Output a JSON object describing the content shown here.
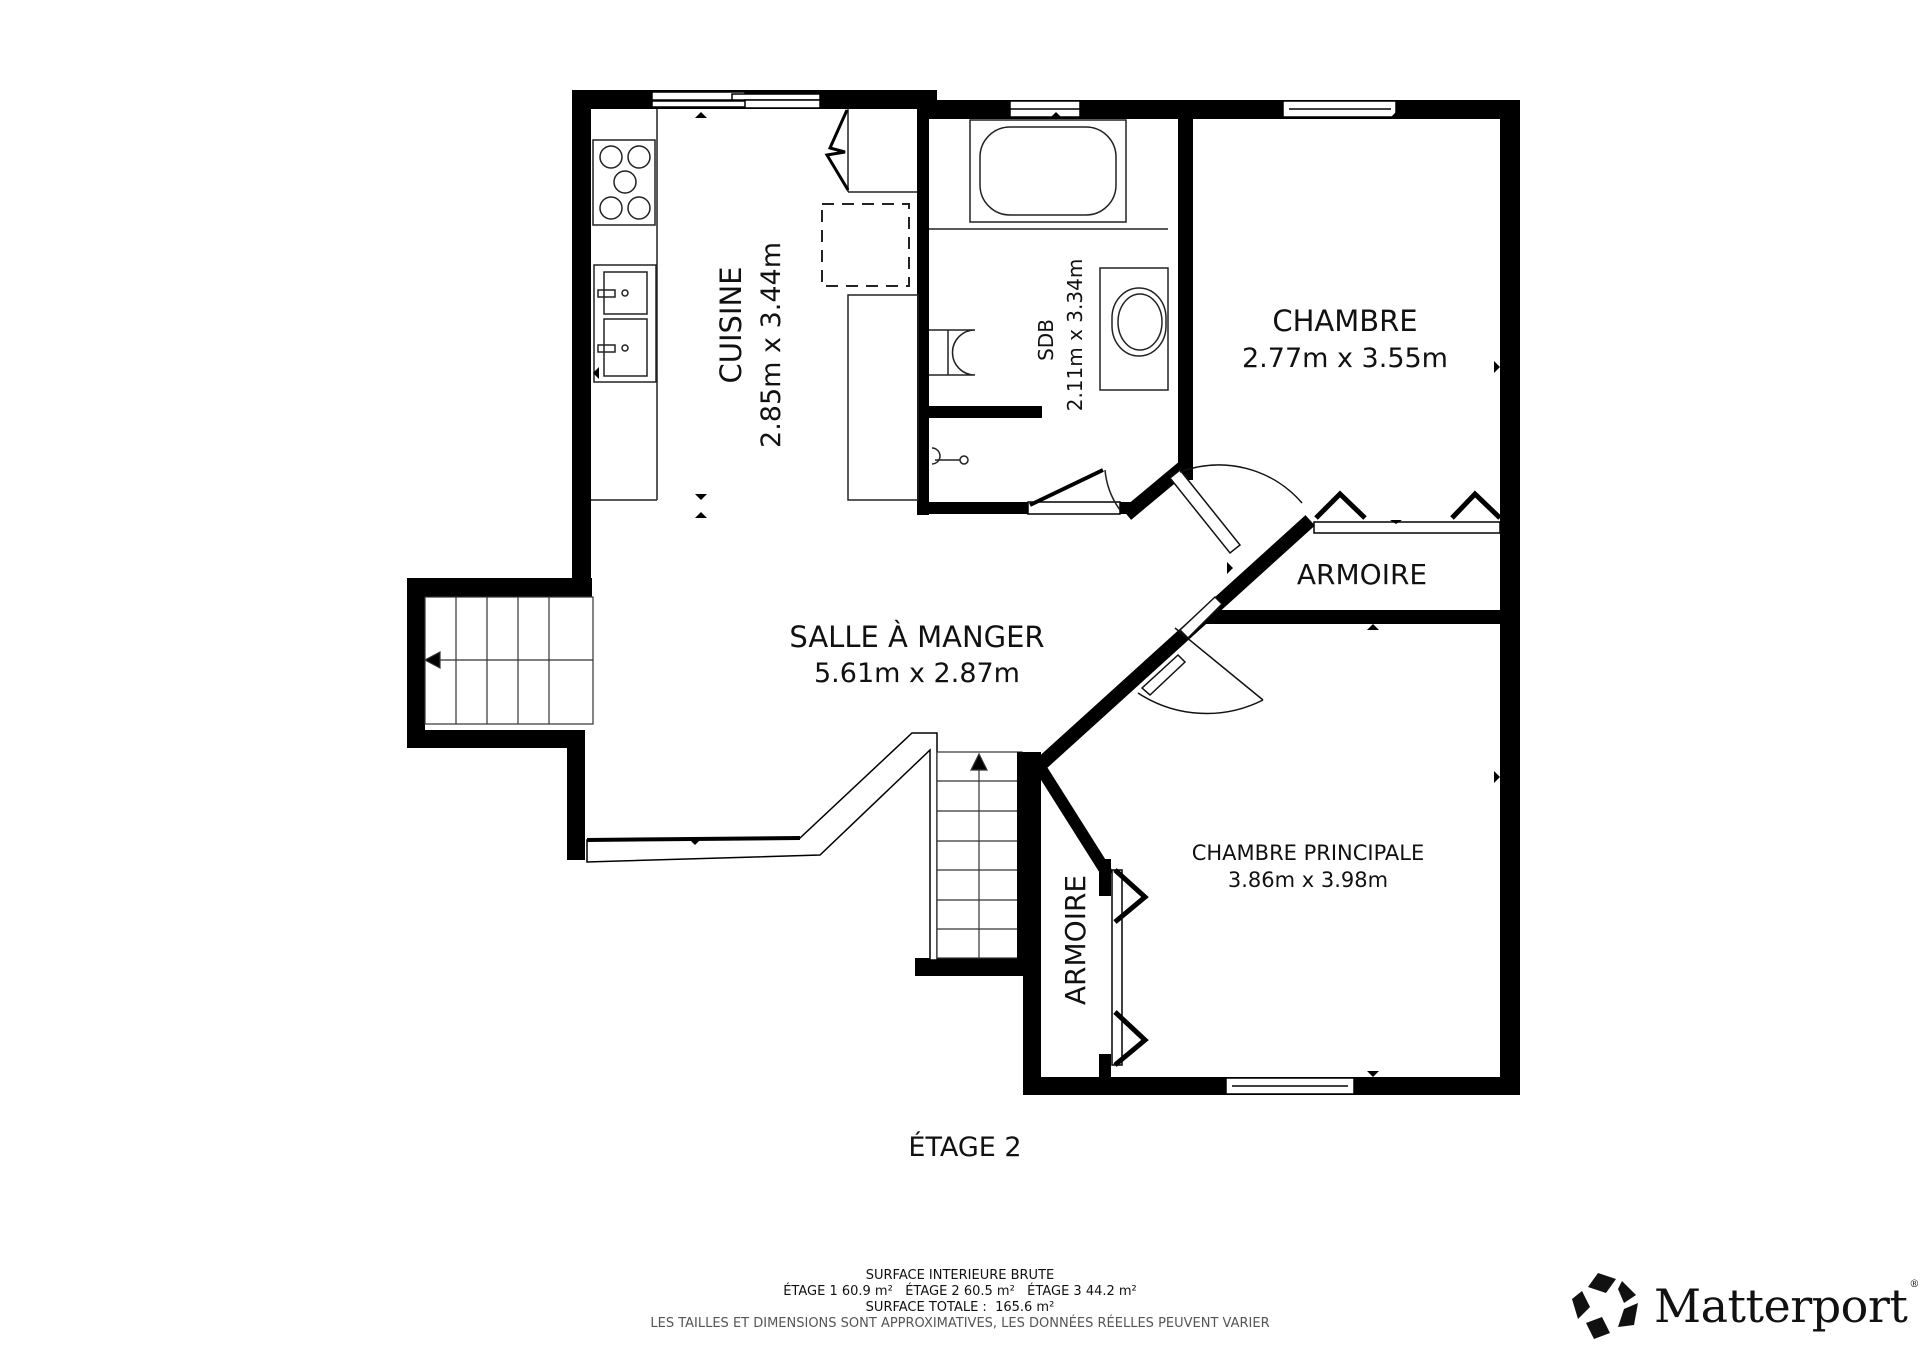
{
  "floor_title": "ÉTAGE 2",
  "rooms": [
    {
      "name": "CUISINE",
      "dims": "2.85m x 3.44m",
      "orientation": "vertical"
    },
    {
      "name": "SDB",
      "dims": "2.11m x 3.34m",
      "orientation": "vertical"
    },
    {
      "name": "CHAMBRE",
      "dims": "2.77m x 3.55m",
      "orientation": "horizontal"
    },
    {
      "name": "ARMOIRE",
      "dims": "",
      "orientation": "horizontal"
    },
    {
      "name": "SALLE À MANGER",
      "dims": "5.61m x 2.87m",
      "orientation": "horizontal"
    },
    {
      "name": "CHAMBRE PRINCIPALE",
      "dims": "3.86m x 3.98m",
      "orientation": "horizontal"
    },
    {
      "name": "ARMOIRE",
      "dims": "",
      "orientation": "vertical"
    }
  ],
  "footer": {
    "heading": "SURFACE INTERIEURE BRUTE",
    "floors_line": "ÉTAGE 1 60.9 m²   ÉTAGE 2 60.5 m²   ÉTAGE 3 44.2 m²",
    "total_line": "SURFACE TOTALE :  165.6 m²",
    "disclaimer": "LES TAILLES ET DIMENSIONS SONT APPROXIMATIVES, LES DONNÉES RÉELLES PEUVENT VARIER"
  },
  "brand": {
    "name": "Matterport",
    "registered": "®",
    "icon": "matterport-logo-icon"
  },
  "colors": {
    "wall": "#000000",
    "background": "#ffffff",
    "fixture_line": "#333333"
  }
}
